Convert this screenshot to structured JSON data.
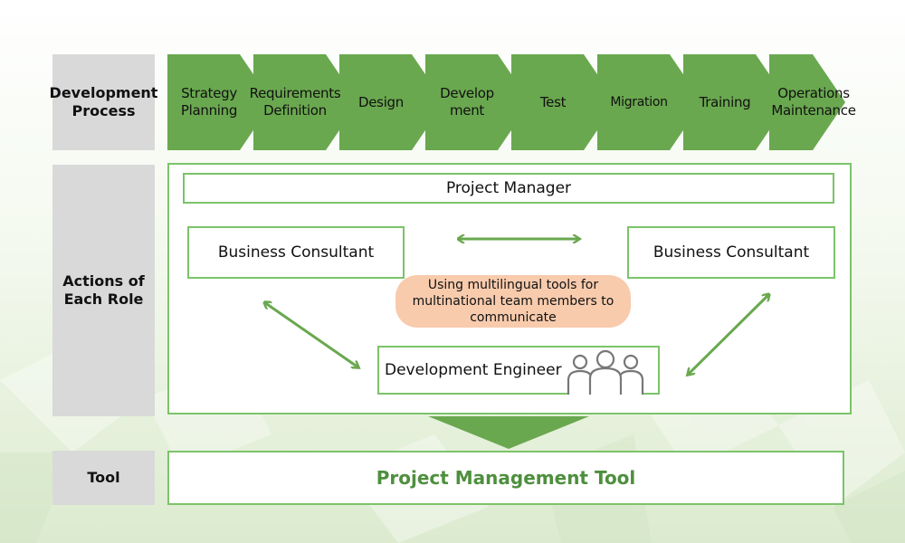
{
  "rows": {
    "development_process": "Development\nProcess",
    "actions_of_each_role": "Actions of\nEach Role",
    "tool": "Tool"
  },
  "process_steps": [
    "Strategy\nPlanning",
    "Requirements\nDefinition",
    "Design",
    "Develop\nment",
    "Test",
    "Migration",
    "Training",
    "Operations\nMaintenance"
  ],
  "roles": {
    "project_manager": "Project Manager",
    "business_consultant_left": "Business Consultant",
    "business_consultant_right": "Business Consultant",
    "development_engineer": "Development Engineer"
  },
  "note": "Using multilingual tools for\nmultinational team members to\ncommunicate",
  "tool_name": "Project Management Tool",
  "colors": {
    "chevron_green": "#6aa84f",
    "border_green": "#7cc36a",
    "arrow_green": "#6aa84f",
    "label_gray": "#d9d9d9",
    "note_peach": "#f8cbad",
    "tool_text_green": "#4e8f3e"
  },
  "icons": {
    "team": "people-group-icon"
  }
}
